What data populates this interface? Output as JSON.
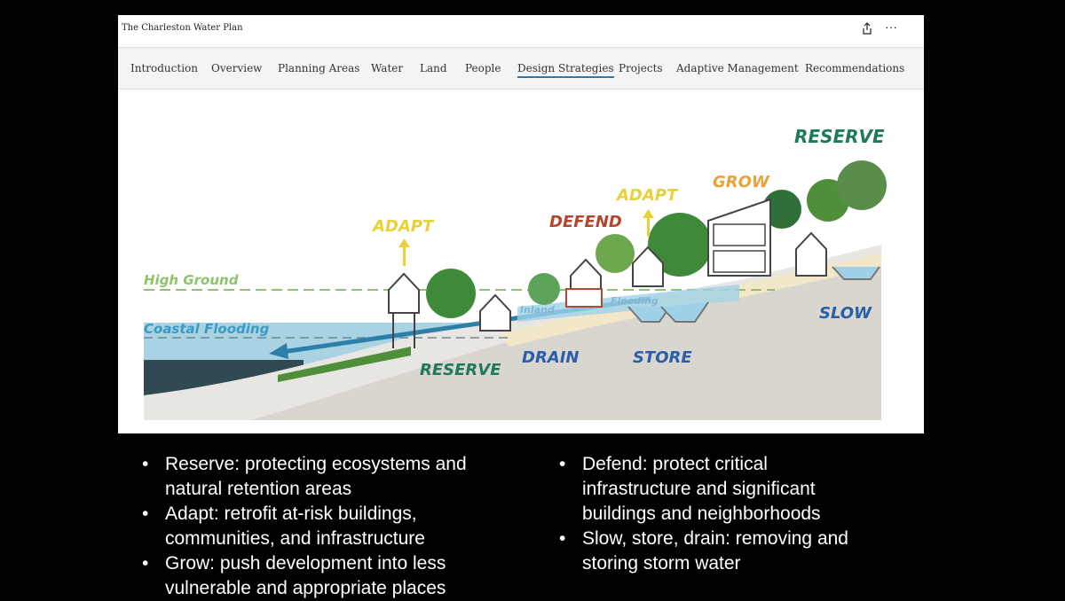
{
  "window": {
    "title": "The Charleston Water Plan",
    "share_icon": "share-icon",
    "more_icon": "more-icon",
    "more_glyph": "···"
  },
  "nav": {
    "items": [
      {
        "label": "Introduction"
      },
      {
        "label": "Overview"
      },
      {
        "label": "Planning Areas"
      },
      {
        "label": "Water"
      },
      {
        "label": "Land"
      },
      {
        "label": "People"
      },
      {
        "label": "Design Strategies",
        "active": true
      },
      {
        "label": "Projects"
      },
      {
        "label": "Adaptive Management"
      },
      {
        "label": "Recommendations"
      }
    ]
  },
  "diagram": {
    "labels": {
      "reserve_top": "RESERVE",
      "grow": "GROW",
      "adapt_right": "ADAPT",
      "defend": "DEFEND",
      "adapt_left": "ADAPT",
      "high_ground": "High Ground",
      "coastal_flooding": "Coastal Flooding",
      "inland": "Inland",
      "flooding": "Flooding",
      "slow": "SLOW",
      "reserve_bottom": "RESERVE",
      "drain": "DRAIN",
      "store": "STORE"
    },
    "colors": {
      "reserve": "#1f7a5a",
      "grow": "#e8a33a",
      "adapt": "#e8d23a",
      "defend": "#b5452f",
      "high_ground": "#8cc56b",
      "coastal": "#3a9bc4",
      "blue_label": "#2a5fa8"
    }
  },
  "bullets": {
    "left": [
      "Reserve: protecting ecosystems and natural retention areas",
      "Adapt: retrofit at-risk buildings, communities, and infrastructure",
      "Grow: push development into less vulnerable and appropriate places"
    ],
    "right": [
      "Defend: protect critical infrastructure and significant buildings and neighborhoods",
      "Slow, store, drain: removing and storing storm water"
    ]
  }
}
